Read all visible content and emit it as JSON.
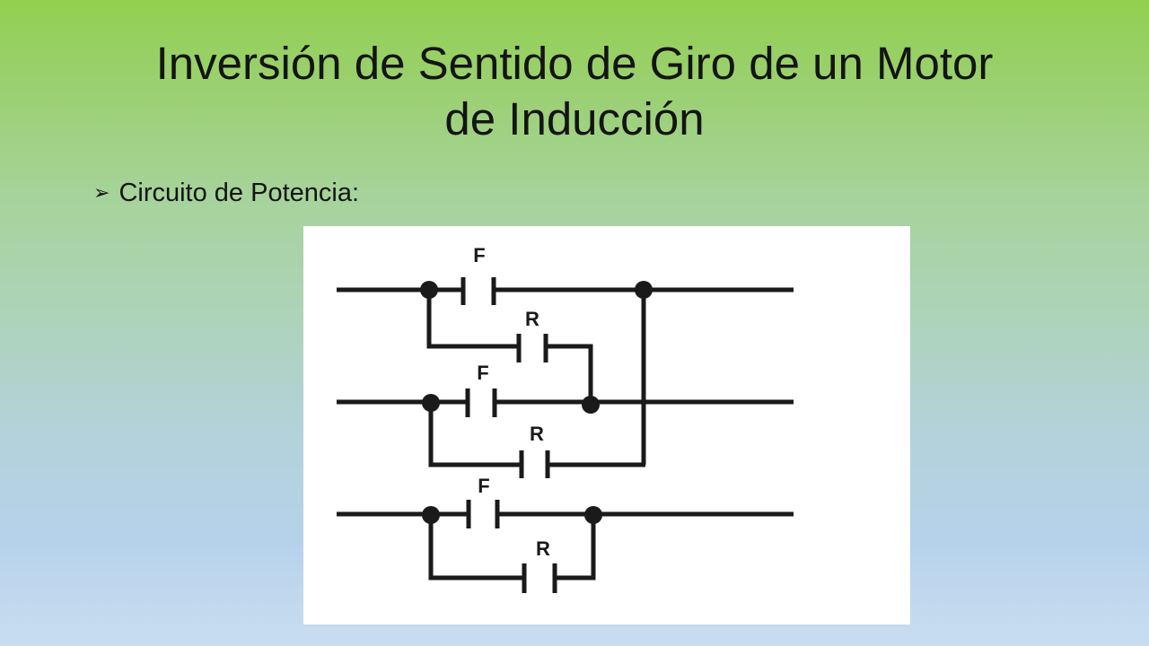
{
  "slide": {
    "title_lines": [
      "Inversión de Sentido de Giro de un Motor",
      "de Inducción"
    ],
    "bullet": {
      "icon": "arrow-bullet-icon",
      "text": "Circuito de Potencia:"
    }
  },
  "diagram": {
    "contacts": [
      {
        "label": "F"
      },
      {
        "label": "R"
      },
      {
        "label": "F"
      },
      {
        "label": "R"
      },
      {
        "label": "F"
      },
      {
        "label": "R"
      }
    ]
  },
  "colors": {
    "background_top": "#92d050",
    "background_bottom": "#c9def0",
    "ink": "#1a1a1a"
  }
}
